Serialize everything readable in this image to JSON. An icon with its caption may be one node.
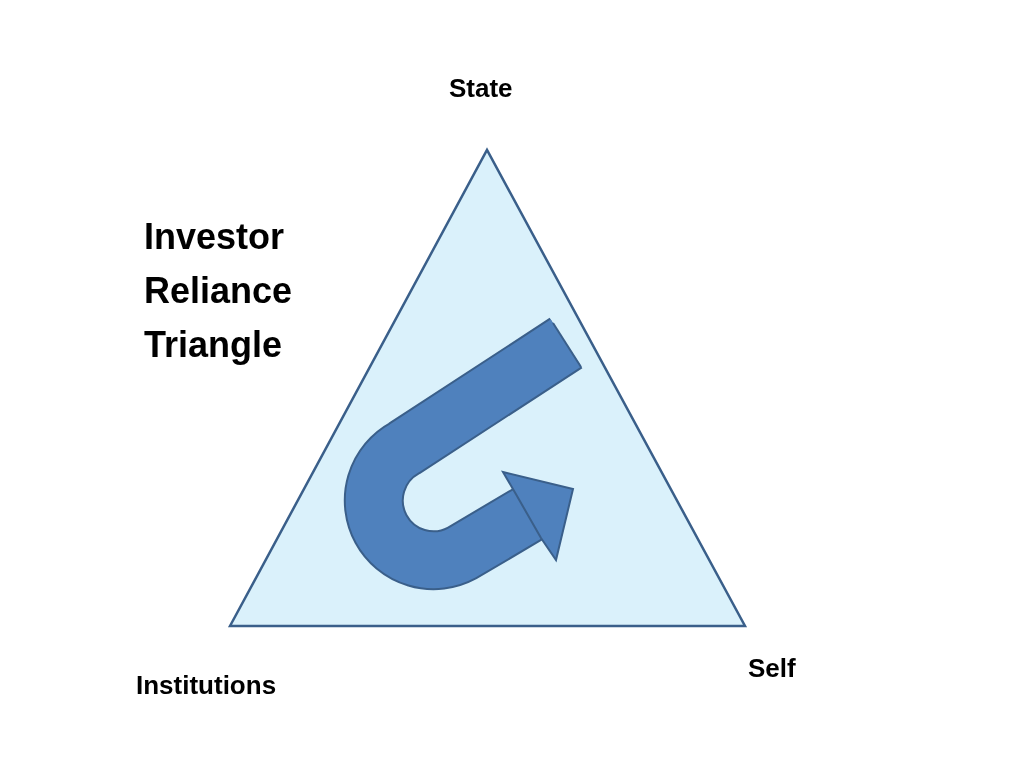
{
  "diagram": {
    "title": "Investor Reliance Triangle",
    "labels": [
      "State",
      "Institutions",
      "Self"
    ]
  }
}
